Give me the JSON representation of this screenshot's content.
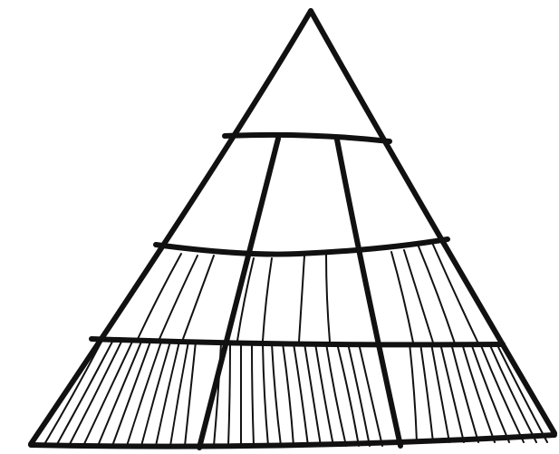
{
  "diagram": {
    "kind": "hand-drawn tiered pyramid line art",
    "tiers": [
      {
        "name": "apex",
        "sections": 1,
        "inner_lines": 0
      },
      {
        "name": "tier-2",
        "sections": 3,
        "inner_lines": 0
      },
      {
        "name": "tier-3",
        "sections": 3,
        "inner_lines_per_section": [
          3,
          4,
          4
        ]
      },
      {
        "name": "base",
        "sections": 3,
        "inner_lines_per_section": [
          11,
          14,
          10
        ]
      }
    ],
    "colors": {
      "ink": "#111111",
      "background": "#ffffff"
    }
  }
}
